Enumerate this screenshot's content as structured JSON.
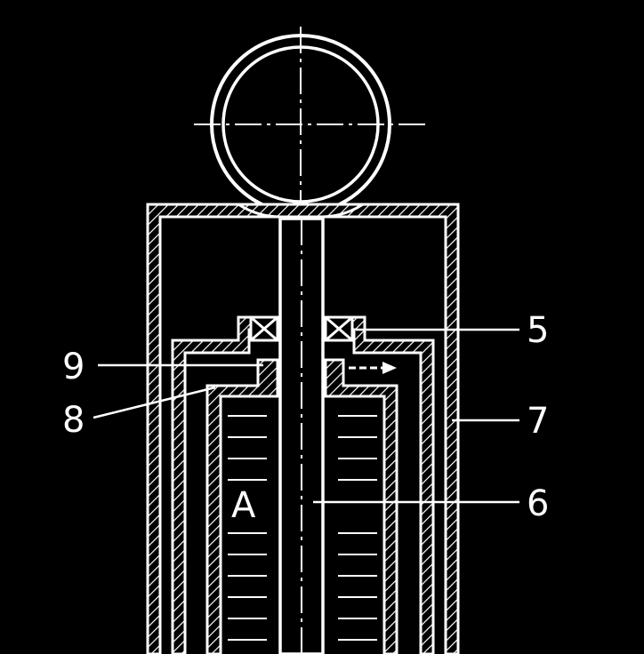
{
  "colors": {
    "background": "#000000",
    "line": "#ffffff"
  },
  "labels": {
    "l5": "5",
    "l6": "6",
    "l7": "7",
    "l8": "8",
    "l9": "9",
    "chamber": "A"
  }
}
